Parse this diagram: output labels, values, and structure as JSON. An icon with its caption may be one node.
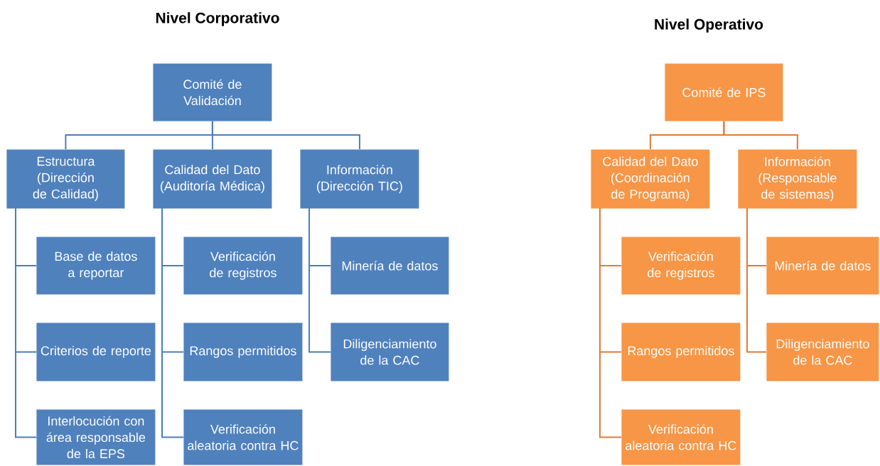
{
  "diagram": {
    "nodes": [
      {
        "text": [
          "Comité de Validación"
        ]
      },
      {
        "text": [
          "Estructura (Dirección de Calidad)"
        ]
      },
      {
        "text": [
          "Base de datos a reportar"
        ]
      },
      {
        "text": [
          "Criterios de reporte"
        ]
      },
      {
        "text": [
          "Interlocución con área responsable de la EPS"
        ]
      },
      {
        "text": [
          "Calidad del Dato (Auditoría Médica)"
        ]
      },
      {
        "text": [
          "Verificación de registros"
        ]
      },
      {
        "text": [
          "Rangos permitidos"
        ]
      },
      {
        "text": [
          "Verificación aleatoria contra HC"
        ]
      },
      {
        "text": [
          "Información (Dirección TIC)"
        ]
      },
      {
        "text": [
          "Minería de datos"
        ]
      },
      {
        "text": [
          "Diligenciamiento de la CAC"
        ]
      },
      {
        "text": [
          "Comité de IPS"
        ]
      },
      {
        "text": [
          "Calidad del Dato (Coordinación de Programa)"
        ]
      },
      {
        "text": [
          "Verificación de registros"
        ]
      },
      {
        "text": [
          "Rangos permitidos"
        ]
      },
      {
        "text": [
          "Verificación aleatoria contra HC"
        ]
      },
      {
        "text": [
          "Información (Responsable de sistemas)"
        ]
      },
      {
        "text": [
          "Minería de datos"
        ]
      },
      {
        "text": [
          "Diligenciamiento de la CAC"
        ]
      }
    ],
    "edges": [
      {
        "from": 0,
        "to": 1,
        "arrow": "none"
      },
      {
        "from": 0,
        "to": 5,
        "arrow": "none"
      },
      {
        "from": 0,
        "to": 9,
        "arrow": "none"
      },
      {
        "from": 1,
        "to": 2,
        "arrow": "none"
      },
      {
        "from": 1,
        "to": 3,
        "arrow": "none"
      },
      {
        "from": 1,
        "to": 4,
        "arrow": "none"
      },
      {
        "from": 5,
        "to": 6,
        "arrow": "none"
      },
      {
        "from": 5,
        "to": 7,
        "arrow": "none"
      },
      {
        "from": 5,
        "to": 8,
        "arrow": "none"
      },
      {
        "from": 9,
        "to": 10,
        "arrow": "none"
      },
      {
        "from": 9,
        "to": 11,
        "arrow": "none"
      },
      {
        "from": 12,
        "to": 13,
        "arrow": "none",
        "color": "#e07b39"
      },
      {
        "from": 12,
        "to": 17,
        "arrow": "none",
        "color": "#e07b39"
      },
      {
        "from": 13,
        "to": 14,
        "arrow": "none",
        "color": "#e07b39"
      },
      {
        "from": 13,
        "to": 15,
        "arrow": "none",
        "color": "#e07b39"
      },
      {
        "from": 13,
        "to": 16,
        "arrow": "none",
        "color": "#e07b39"
      },
      {
        "from": 17,
        "to": 18,
        "arrow": "none",
        "color": "#e07b39"
      },
      {
        "from": 17,
        "to": 19,
        "arrow": "none",
        "color": "#e07b39"
      }
    ],
    "labels": [
      "Nivel Corporativo",
      "Nivel Operativo"
    ]
  }
}
